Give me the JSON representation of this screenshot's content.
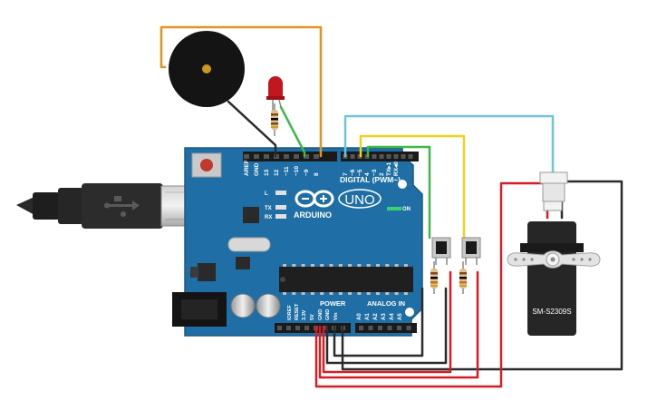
{
  "board": {
    "logo_text": "ARDUINO",
    "uno_label": "UNO",
    "on_label": "ON",
    "digital_header": "DIGITAL (PWM~)",
    "power_header": "POWER",
    "analog_header": "ANALOG IN",
    "led_labels": [
      "L",
      "TX",
      "RX"
    ],
    "top_pins_left": [
      "AREF",
      "GND",
      "13",
      "12",
      "~11",
      "~10",
      "~9",
      "8"
    ],
    "top_pins_right": [
      "7",
      "~6",
      "~5",
      "4",
      "~3",
      "2",
      "TX▸1",
      "RX◂0"
    ],
    "power_pins": [
      "IOREF",
      "RESET",
      "3.3V",
      "5V",
      "GND",
      "GND",
      "Vin"
    ],
    "analog_pins": [
      "A0",
      "A1",
      "A2",
      "A3",
      "A4",
      "A5"
    ]
  },
  "servo": {
    "model_label": "SM-S2309S"
  },
  "colors": {
    "board": "#1f6fa6",
    "wire_orange": "#e8911e",
    "wire_green": "#3db84b",
    "wire_cyan": "#6ec6d4",
    "wire_yellow": "#f1d21a",
    "wire_red": "#d21f26",
    "wire_black": "#2b2b2b",
    "led_red": "#c0181f"
  },
  "icons": {
    "usb": "usb-icon",
    "arduino_logo": "infinity-logo-icon"
  }
}
